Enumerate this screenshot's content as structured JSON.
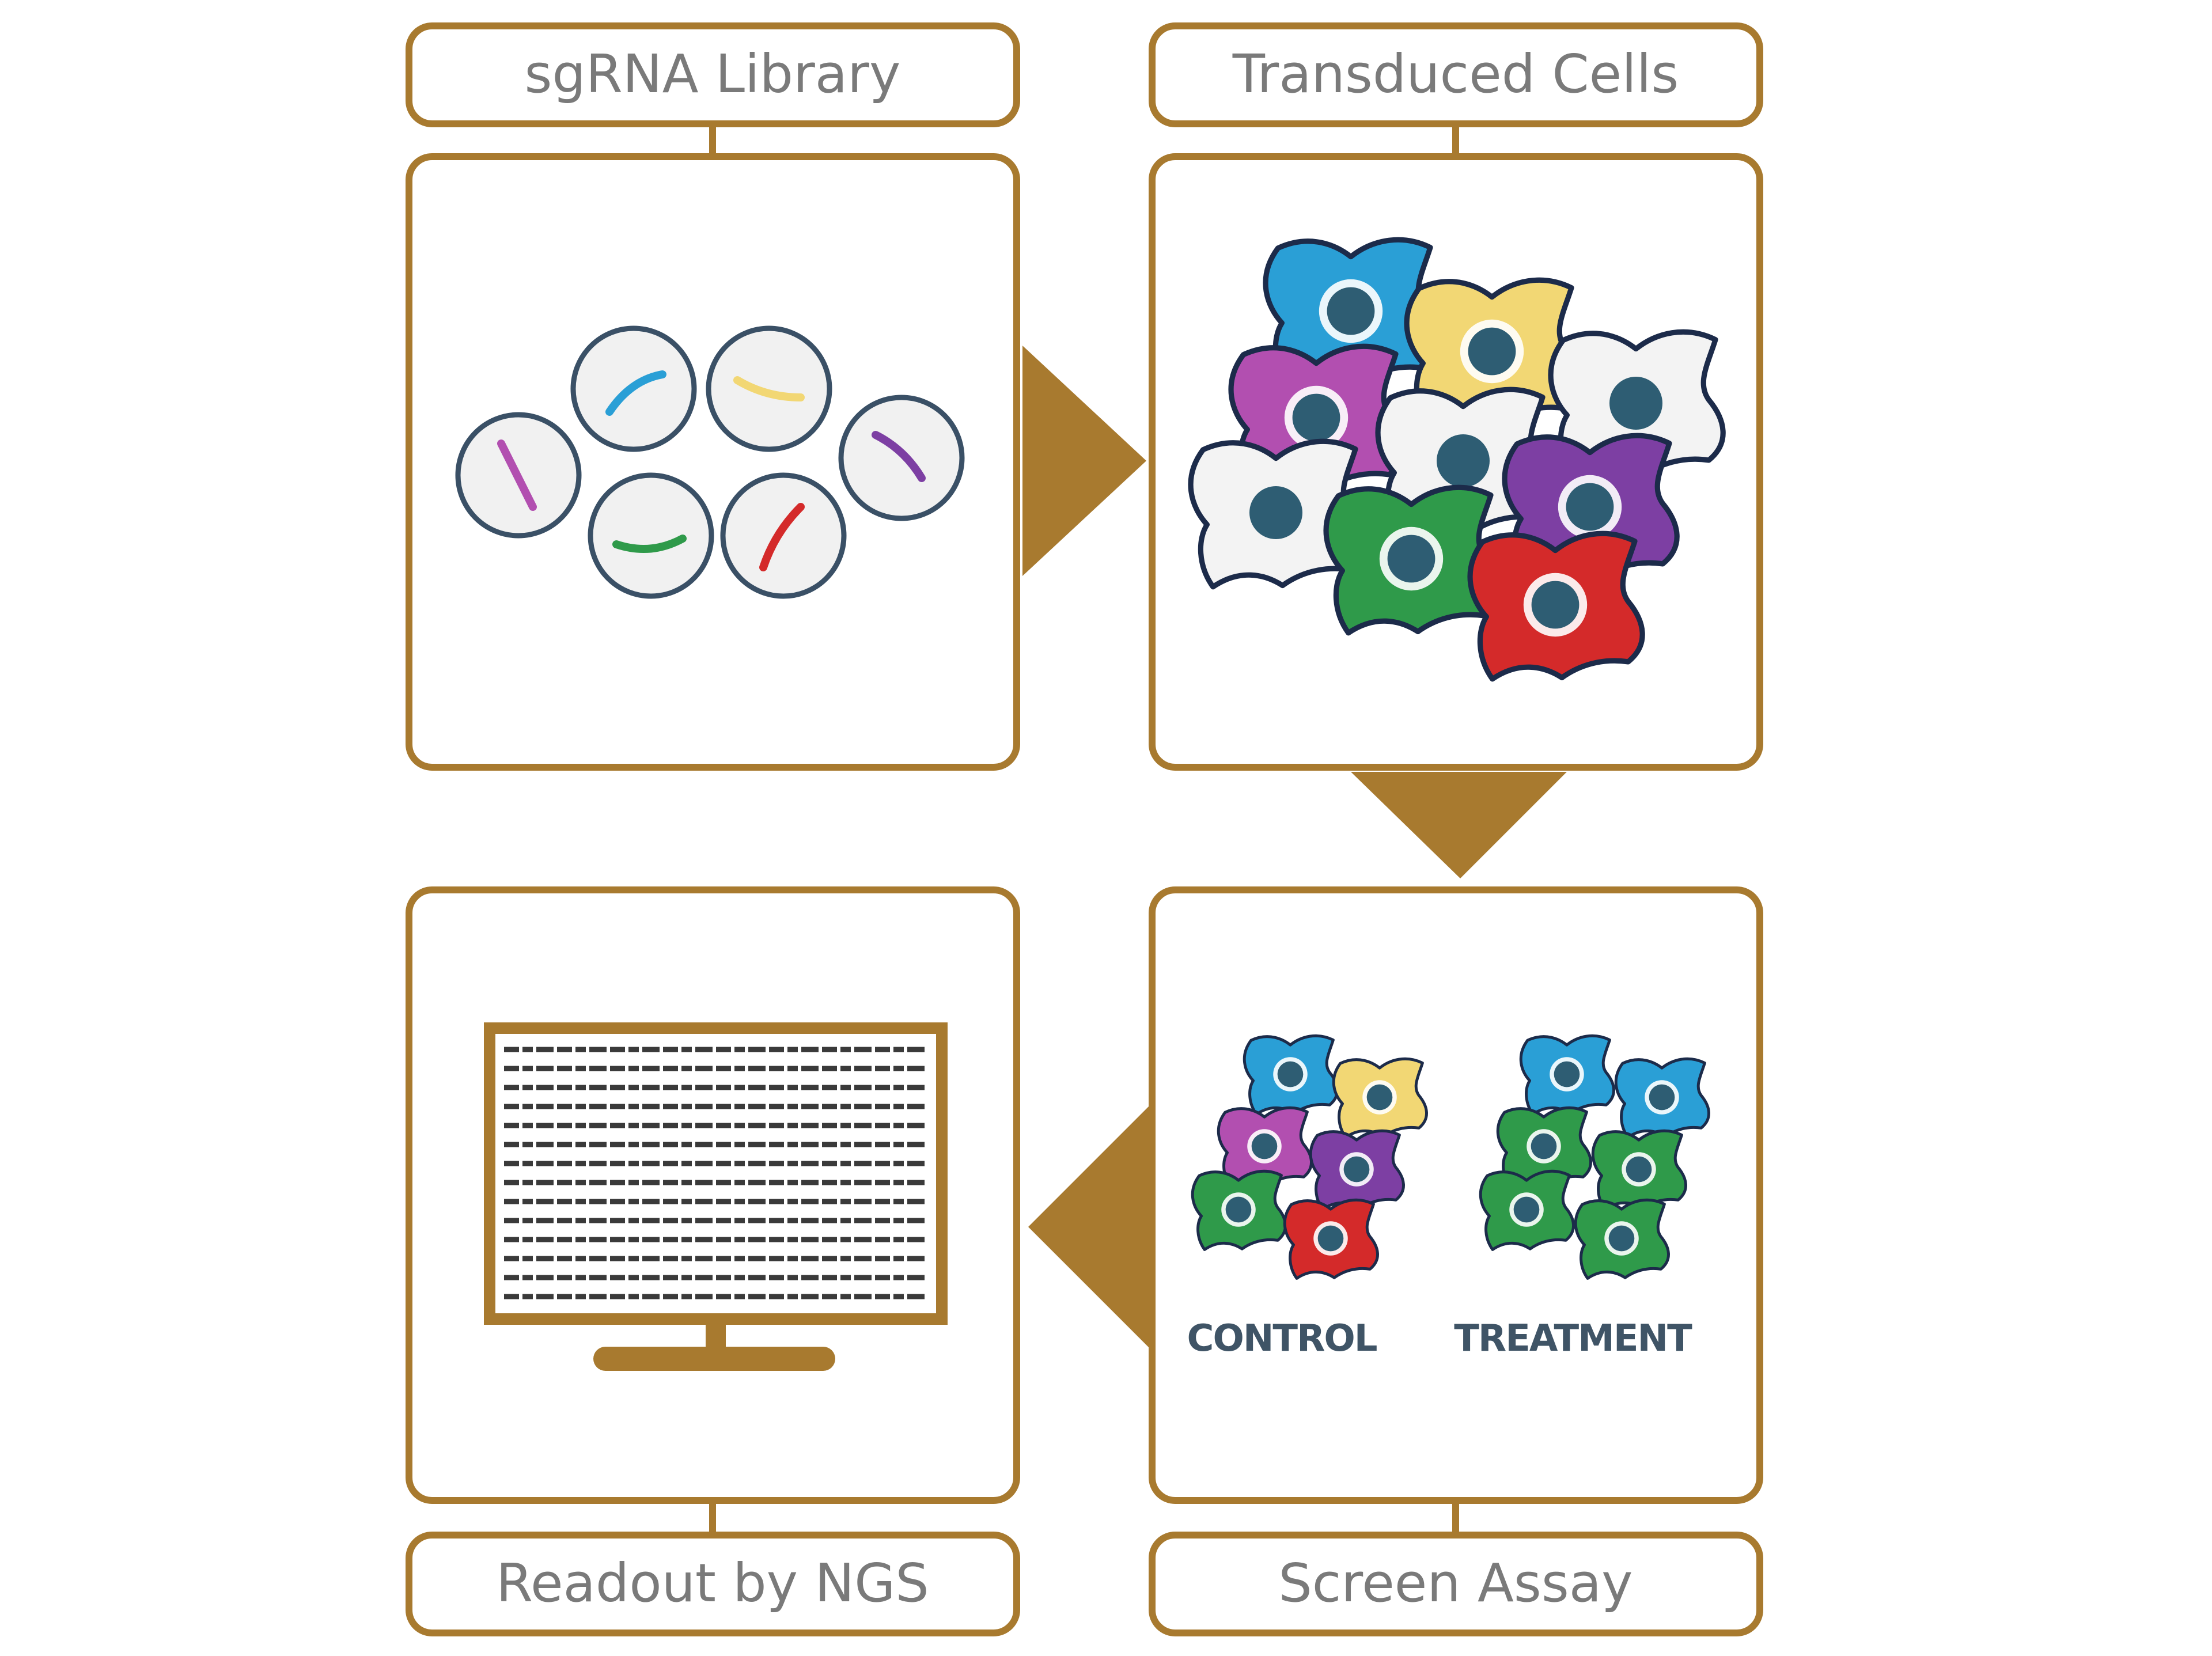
{
  "colors": {
    "accent": "#a87a2f",
    "cell_blue": "#2a9fd6",
    "cell_yellow": "#f2d774",
    "cell_pink": "#b24fb0",
    "cell_white": "#f3f3f3",
    "cell_purple": "#7d3fa3",
    "cell_green": "#2f9a4a",
    "cell_red": "#d42a2a"
  },
  "steps": [
    {
      "label": "sgRNA Library"
    },
    {
      "label": "Transduced Cells"
    },
    {
      "label": "Screen Assay"
    },
    {
      "label": "Readout by NGS"
    }
  ],
  "screen_assay": {
    "groups": [
      "CONTROL",
      "TREATMENT"
    ]
  },
  "icons": {
    "library": "sgrna-vesicle-icon",
    "cells": "cell-icon",
    "monitor": "monitor-icon",
    "arrow": "triangle-arrow-icon"
  }
}
